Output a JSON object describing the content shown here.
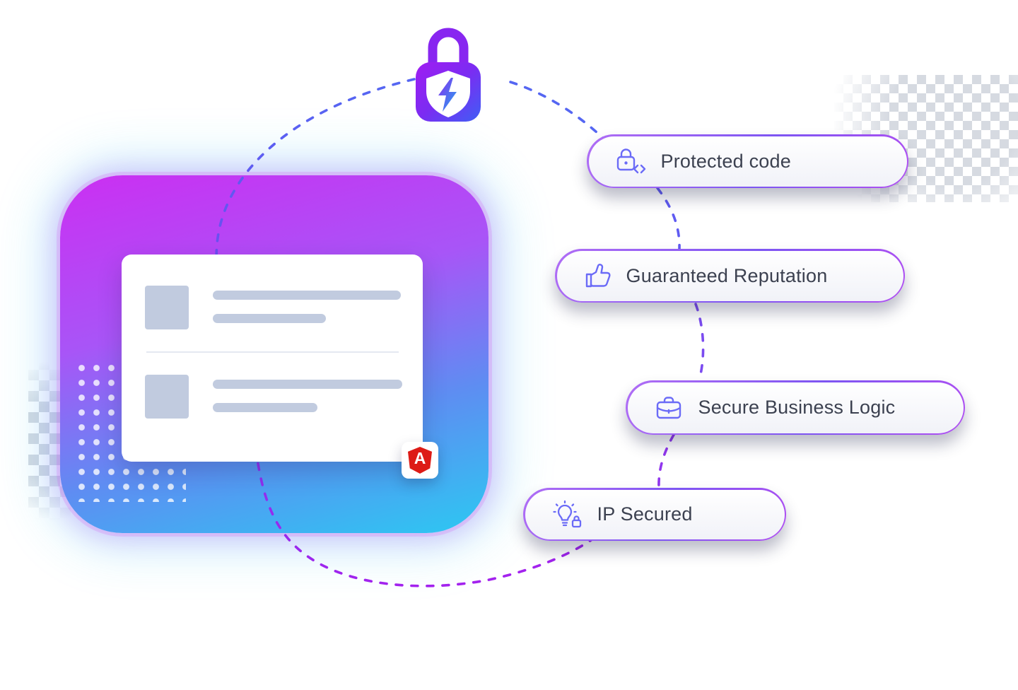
{
  "illustration": {
    "lock": {
      "icon": "padlock-shield-icon"
    },
    "panel": {
      "name": "gradient-panel",
      "card": {
        "angular": {
          "icon": "angular-logo",
          "letter": "A"
        },
        "placeholders": "two-rows-thumbnail-and-text-lines"
      },
      "dot_grid_icon": "white-dot-grid"
    },
    "badges": [
      {
        "id": "protected-code",
        "label": "Protected code",
        "icon": "lock-code-icon"
      },
      {
        "id": "guaranteed-reputation",
        "label": "Guaranteed Reputation",
        "icon": "thumbs-up-icon"
      },
      {
        "id": "secure-business-logic",
        "label": "Secure Business Logic",
        "icon": "briefcase-icon"
      },
      {
        "id": "ip-secured",
        "label": "IP Secured",
        "icon": "lightbulb-lock-icon"
      }
    ],
    "connectors": {
      "style": "dashed-curves",
      "icon": "dashed-connector-lines"
    },
    "colors": {
      "panel_gradient_top": "#cb2ff2",
      "panel_gradient_bottom": "#2cc8f2",
      "connector_blue": "#5566f2",
      "connector_purple": "#a322ee",
      "badge_border": "#8d5cf3",
      "badge_text": "#3c4150",
      "icon_indigo": "#6b6bf7",
      "lock_purple": "#8b26f0",
      "lock_blue": "#3f5ef5",
      "angular_red": "#dd1b16",
      "placeholder_gray": "#c1cbdf"
    }
  }
}
